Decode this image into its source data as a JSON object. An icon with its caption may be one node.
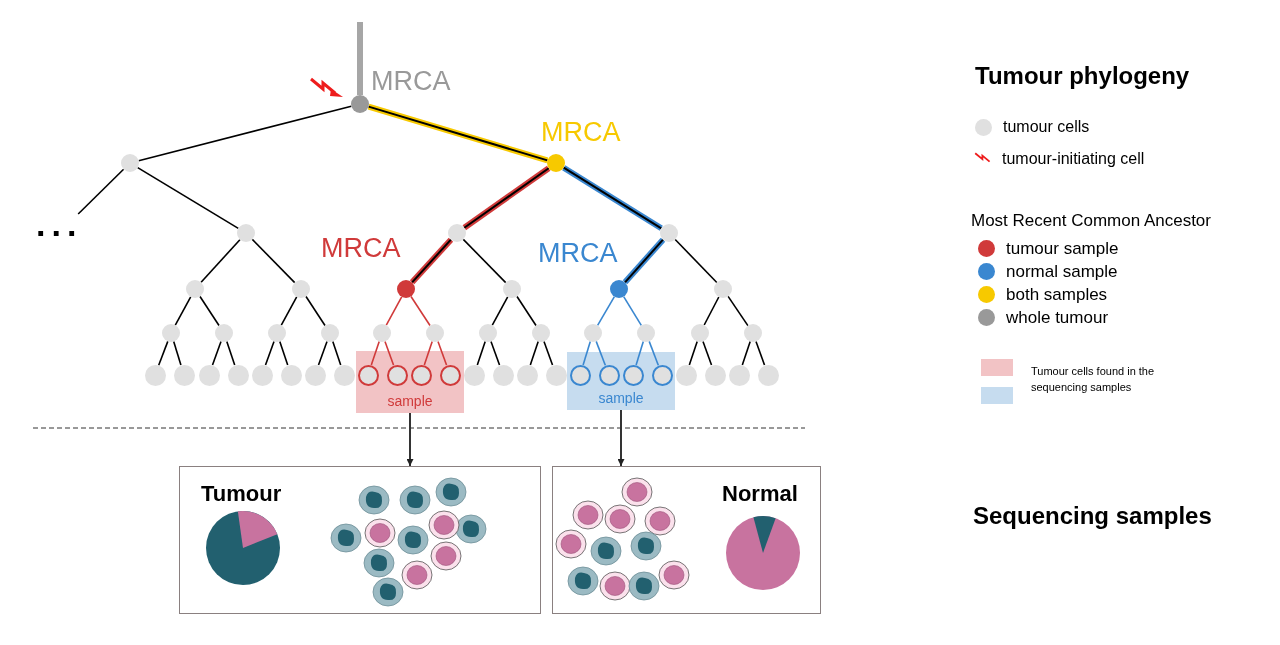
{
  "diagram": {
    "title": "Tumour phylogeny",
    "nodes": [
      {
        "text": [],
        "shape": "circle",
        "beside": [
          "MRCA"
        ]
      },
      {
        "text": [],
        "shape": "circle"
      },
      {
        "text": [],
        "shape": "circle",
        "beside": [
          "MRCA"
        ]
      },
      {
        "text": [
          "..."
        ]
      },
      {
        "text": [],
        "shape": "circle"
      },
      {
        "text": [],
        "shape": "circle"
      },
      {
        "text": [],
        "shape": "circle"
      },
      {
        "text": [],
        "shape": "circle"
      },
      {
        "text": [],
        "shape": "circle"
      },
      {
        "text": [],
        "shape": "circle",
        "beside": [
          "MRCA"
        ]
      },
      {
        "text": [],
        "shape": "circle"
      },
      {
        "text": [],
        "shape": "circle",
        "beside": [
          "MRCA"
        ]
      },
      {
        "text": [],
        "shape": "circle"
      },
      {
        "text": [],
        "shape": "circle"
      },
      {
        "text": [],
        "shape": "circle"
      },
      {
        "text": [],
        "shape": "circle"
      },
      {
        "text": [],
        "shape": "circle"
      },
      {
        "text": [],
        "shape": "circle"
      },
      {
        "text": [],
        "shape": "circle"
      },
      {
        "text": [],
        "shape": "circle"
      },
      {
        "text": [],
        "shape": "circle"
      },
      {
        "text": [],
        "shape": "circle"
      },
      {
        "text": [],
        "shape": "circle"
      },
      {
        "text": [],
        "shape": "circle"
      },
      {
        "text": [],
        "shape": "circle"
      },
      {
        "text": [
          "sample"
        ]
      },
      {
        "text": [
          "sample"
        ]
      },
      {
        "text": [],
        "shape": "circle"
      },
      {
        "text": [],
        "shape": "circle"
      },
      {
        "text": [],
        "shape": "circle"
      },
      {
        "text": [],
        "shape": "circle"
      },
      {
        "text": [],
        "shape": "circle"
      },
      {
        "text": [],
        "shape": "circle"
      },
      {
        "text": [],
        "shape": "circle"
      },
      {
        "text": [],
        "shape": "circle"
      },
      {
        "text": [],
        "shape": "circle",
        "in": 25
      },
      {
        "text": [],
        "shape": "circle",
        "in": 25
      },
      {
        "text": [],
        "shape": "circle",
        "in": 25
      },
      {
        "text": [],
        "shape": "circle",
        "in": 25
      },
      {
        "text": [],
        "shape": "circle"
      },
      {
        "text": [],
        "shape": "circle"
      },
      {
        "text": [],
        "shape": "circle"
      },
      {
        "text": [],
        "shape": "circle"
      },
      {
        "text": [],
        "shape": "circle",
        "in": 26
      },
      {
        "text": [],
        "shape": "circle",
        "in": 26
      },
      {
        "text": [],
        "shape": "circle",
        "in": 26
      },
      {
        "text": [],
        "shape": "circle",
        "in": 26
      },
      {
        "text": [],
        "shape": "circle"
      },
      {
        "text": [],
        "shape": "circle"
      },
      {
        "text": [],
        "shape": "circle"
      },
      {
        "text": [],
        "shape": "circle"
      },
      {
        "text": [
          "Tumour"
        ]
      },
      {
        "text": [
          "Normal"
        ]
      }
    ],
    "edges": [
      {
        "from": null,
        "to": 0,
        "arrow": "none",
        "style": "thick",
        "color": "#a6a6a6"
      },
      {
        "from": 0,
        "to": 1,
        "arrow": "none"
      },
      {
        "from": 0,
        "to": 2,
        "arrow": "none",
        "style": "thick",
        "color": "#f7c900"
      },
      {
        "from": 1,
        "to": 3,
        "arrow": "none"
      },
      {
        "from": 1,
        "to": 4,
        "arrow": "none"
      },
      {
        "from": 2,
        "to": 5,
        "arrow": "none",
        "style": "thick",
        "color": "#d03a3a"
      },
      {
        "from": 2,
        "to": 6,
        "arrow": "none",
        "style": "thick",
        "color": "#3a87d0"
      },
      {
        "from": 4,
        "to": 7,
        "arrow": "none"
      },
      {
        "from": 4,
        "to": 8,
        "arrow": "none"
      },
      {
        "from": 5,
        "to": 9,
        "arrow": "none",
        "style": "thick",
        "color": "#d03a3a"
      },
      {
        "from": 5,
        "to": 10,
        "arrow": "none"
      },
      {
        "from": 6,
        "to": 11,
        "arrow": "none",
        "style": "thick",
        "color": "#3a87d0"
      },
      {
        "from": 6,
        "to": 12,
        "arrow": "none"
      },
      {
        "from": 7,
        "to": 13,
        "arrow": "none"
      },
      {
        "from": 7,
        "to": 14,
        "arrow": "none"
      },
      {
        "from": 8,
        "to": 15,
        "arrow": "none"
      },
      {
        "from": 8,
        "to": 16,
        "arrow": "none"
      },
      {
        "from": 9,
        "to": 17,
        "arrow": "none",
        "color": "#d03a3a"
      },
      {
        "from": 9,
        "to": 18,
        "arrow": "none",
        "color": "#d03a3a"
      },
      {
        "from": 10,
        "to": 19,
        "arrow": "none"
      },
      {
        "from": 10,
        "to": 20,
        "arrow": "none"
      },
      {
        "from": 11,
        "to": 21,
        "arrow": "none",
        "color": "#3a87d0"
      },
      {
        "from": 11,
        "to": 22,
        "arrow": "none",
        "color": "#3a87d0"
      },
      {
        "from": 12,
        "to": 23,
        "arrow": "none"
      },
      {
        "from": 12,
        "to": 24,
        "arrow": "none"
      },
      {
        "from": 13,
        "to": 27,
        "arrow": "none"
      },
      {
        "from": 13,
        "to": 28,
        "arrow": "none"
      },
      {
        "from": 14,
        "to": 29,
        "arrow": "none"
      },
      {
        "from": 14,
        "to": 30,
        "arrow": "none"
      },
      {
        "from": 15,
        "to": 31,
        "arrow": "none"
      },
      {
        "from": 15,
        "to": 32,
        "arrow": "none"
      },
      {
        "from": 16,
        "to": 33,
        "arrow": "none"
      },
      {
        "from": 16,
        "to": 34,
        "arrow": "none"
      },
      {
        "from": 17,
        "to": 35,
        "arrow": "none",
        "color": "#d03a3a"
      },
      {
        "from": 17,
        "to": 36,
        "arrow": "none",
        "color": "#d03a3a"
      },
      {
        "from": 18,
        "to": 37,
        "arrow": "none",
        "color": "#d03a3a"
      },
      {
        "from": 18,
        "to": 38,
        "arrow": "none",
        "color": "#d03a3a"
      },
      {
        "from": 19,
        "to": 39,
        "arrow": "none"
      },
      {
        "from": 19,
        "to": 40,
        "arrow": "none"
      },
      {
        "from": 20,
        "to": 41,
        "arrow": "none"
      },
      {
        "from": 20,
        "to": 42,
        "arrow": "none"
      },
      {
        "from": 21,
        "to": 43,
        "arrow": "none",
        "color": "#3a87d0"
      },
      {
        "from": 21,
        "to": 44,
        "arrow": "none",
        "color": "#3a87d0"
      },
      {
        "from": 22,
        "to": 45,
        "arrow": "none",
        "color": "#3a87d0"
      },
      {
        "from": 22,
        "to": 46,
        "arrow": "none",
        "color": "#3a87d0"
      },
      {
        "from": 23,
        "to": 47,
        "arrow": "none"
      },
      {
        "from": 23,
        "to": 48,
        "arrow": "none"
      },
      {
        "from": 24,
        "to": 49,
        "arrow": "none"
      },
      {
        "from": 24,
        "to": 50,
        "arrow": "none"
      },
      {
        "from": 25,
        "to": 51,
        "arrow": "to"
      },
      {
        "from": 26,
        "to": 52,
        "arrow": "to"
      }
    ],
    "labels": [
      "Most Recent Common Ancestor",
      "Sequencing samples"
    ],
    "legend": [
      {
        "text": "tumour cells",
        "color": "#e0e0e0"
      },
      {
        "text": "tumour-initiating cell"
      },
      {
        "text": "tumour sample",
        "color": "#d03a3a"
      },
      {
        "text": "normal sample",
        "color": "#3a87d0"
      },
      {
        "text": "both samples",
        "color": "#f7c900"
      },
      {
        "text": "whole tumour",
        "color": "#999999"
      },
      {
        "text": "Tumour cells found in the sequencing samples",
        "color": "#f2c3c5"
      }
    ]
  }
}
